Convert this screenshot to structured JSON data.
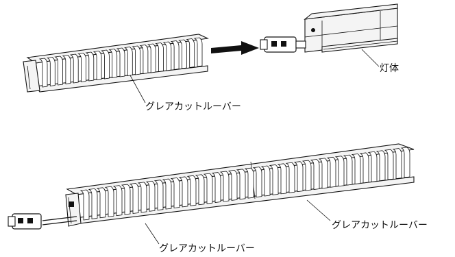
{
  "labels": {
    "fixture": "灯体",
    "louver_top": "グレアカットルーバー",
    "louver_right": "グレアカットルーバー",
    "louver_bottom": "グレアカットルーバー"
  },
  "colors": {
    "line": "#111111",
    "arrow": "#111111",
    "background": "#ffffff"
  },
  "icons": {
    "arrow": "insert-arrow-icon",
    "connector": "connector-plug-icon"
  }
}
